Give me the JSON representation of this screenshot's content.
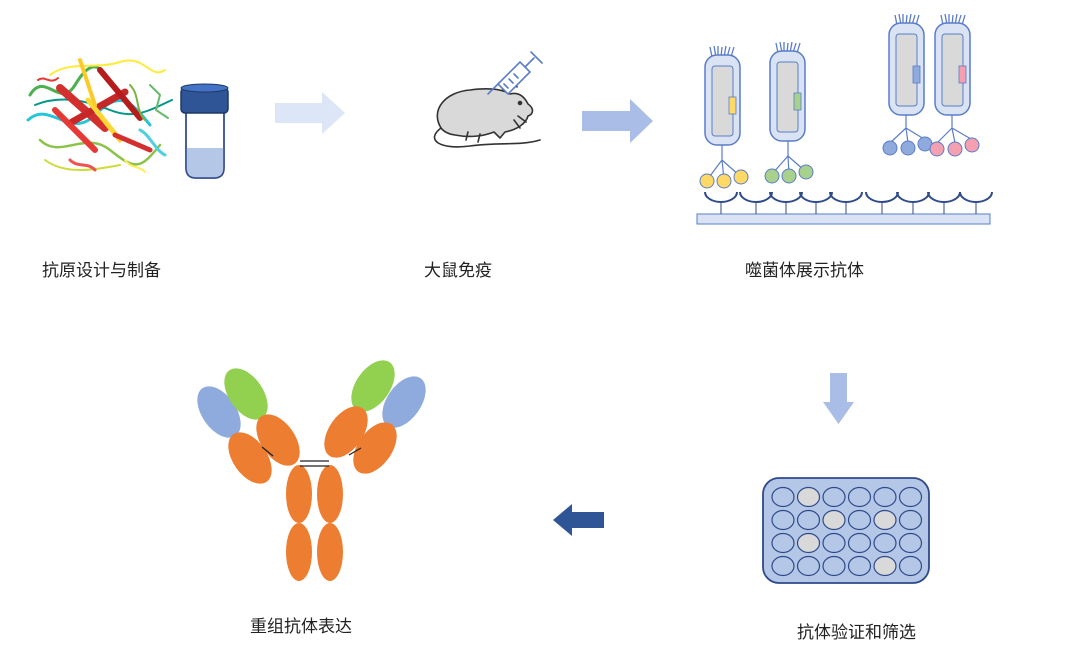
{
  "steps": {
    "antigen": "抗原设计与制备",
    "immunization": "大鼠免疫",
    "phage_display": "噬菌体展示抗体",
    "validation": "抗体验证和筛选",
    "recombinant": "重组抗体表达"
  },
  "colors": {
    "arrow_light": "#dce6f6",
    "arrow_mid": "#a9bde6",
    "arrow_dark": "#2f5597",
    "phage_fill": "#dae3f3",
    "phage_stroke": "#5b7dc8",
    "plate_fill": "#b4c7e7",
    "plate_stroke": "#2f4a8a",
    "well_blue": "#b4c7e7",
    "well_gray": "#d9d9d9",
    "yellow": "#ffd966",
    "green": "#a9d18e",
    "blue": "#8faadc",
    "pink": "#f4a0b0",
    "orange": "#ed7d31",
    "lime": "#92d050",
    "cap_blue": "#2f5597"
  },
  "plate": {
    "rows": [
      [
        "blue",
        "gray",
        "blue",
        "blue",
        "blue",
        "blue"
      ],
      [
        "blue",
        "blue",
        "gray",
        "blue",
        "gray",
        "blue"
      ],
      [
        "blue",
        "gray",
        "blue",
        "blue",
        "blue",
        "blue"
      ],
      [
        "blue",
        "blue",
        "blue",
        "blue",
        "gray",
        "blue"
      ]
    ]
  }
}
